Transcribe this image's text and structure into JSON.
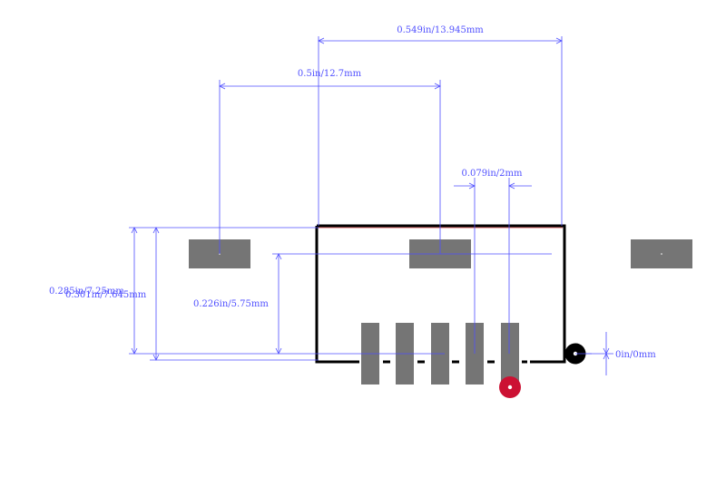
{
  "dimensions": {
    "overall_width": "0.549in/13.945mm",
    "pad_pitch_outer": "0.5in/12.7mm",
    "pin_pitch": "0.079in/2mm",
    "height_left_a": "0.285in/7.25mm",
    "height_left_b": "0.301in/7.645mm",
    "pad_offset": "0.226in/5.75mm",
    "origin": "0in/0mm"
  },
  "colors": {
    "dimension": "#4f4fff",
    "pad": "#757575",
    "outline": "#000000",
    "pin1_marker": "#cc1133",
    "origin_marker": "#000000"
  },
  "icons": {
    "origin": "origin-marker-icon",
    "pin1": "pin1-marker-icon"
  }
}
